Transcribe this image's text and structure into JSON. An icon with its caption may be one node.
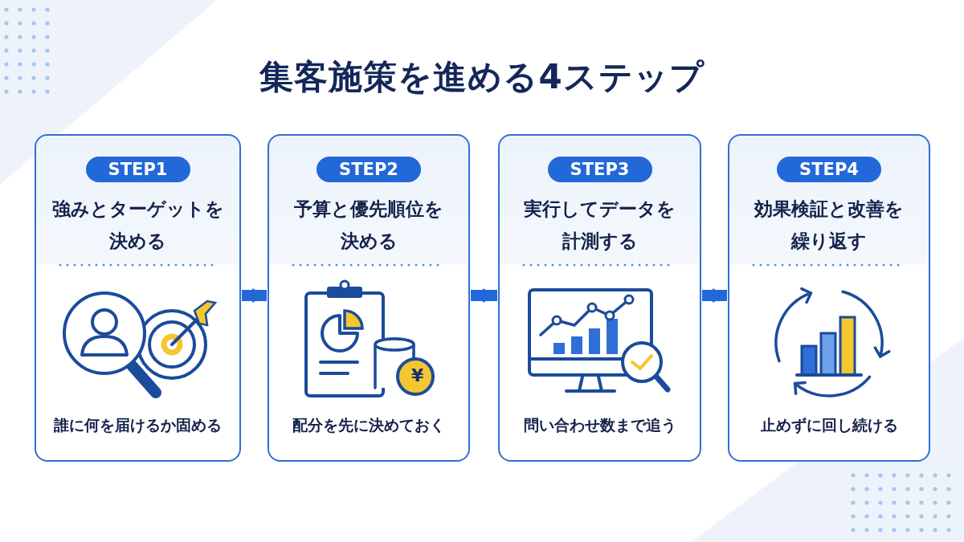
{
  "diagram": {
    "title": "集客施策を進める4ステップ",
    "nodes": [
      {
        "text": [
          "STEP1",
          "強みとターゲットを決める",
          "誰に何を届けるか固める"
        ]
      },
      {
        "text": [
          "STEP2",
          "予算と優先順位を決める",
          "配分を先に決めておく"
        ]
      },
      {
        "text": [
          "STEP3",
          "実行してデータを計測する",
          "問い合わせ数まで追う"
        ]
      },
      {
        "text": [
          "STEP4",
          "効果検証と改善を繰り返す",
          "止めずに回し続ける"
        ]
      }
    ],
    "edges": [
      {
        "from": 0,
        "to": 1,
        "arrow": "to"
      },
      {
        "from": 1,
        "to": 2,
        "arrow": "to"
      },
      {
        "from": 2,
        "to": 3,
        "arrow": "to"
      }
    ],
    "labels": [
      "¥"
    ]
  }
}
